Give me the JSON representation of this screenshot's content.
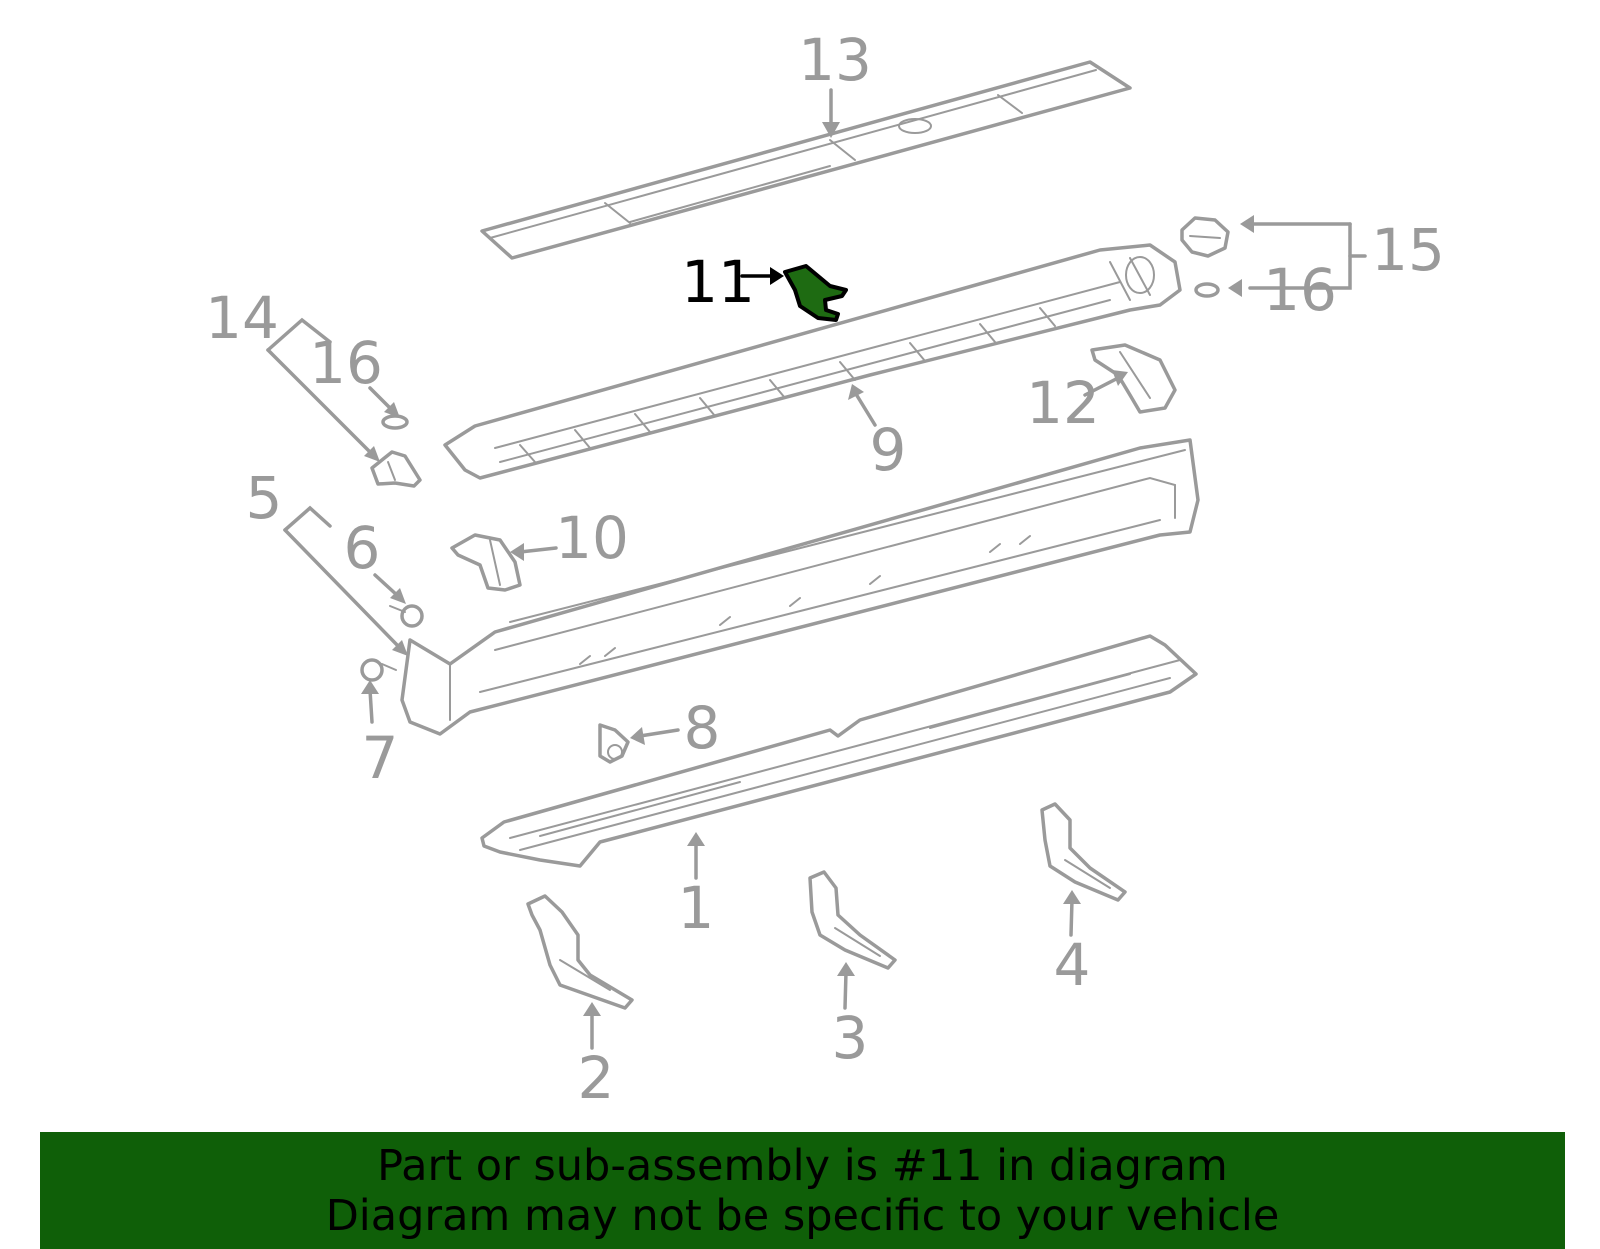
{
  "callouts": {
    "c1": "1",
    "c2": "2",
    "c3": "3",
    "c4": "4",
    "c5": "5",
    "c6": "6",
    "c7": "7",
    "c8": "8",
    "c9": "9",
    "c10": "10",
    "c11": "11",
    "c12": "12",
    "c13": "13",
    "c14": "14",
    "c15": "15",
    "c16a": "16",
    "c16b": "16"
  },
  "highlighted_part": "11",
  "colors": {
    "highlight": "#1e6b12",
    "banner": "#0f5f08",
    "line": "#9a9a9a",
    "active": "#000000"
  },
  "banner": {
    "line1": "Part or sub-assembly is #11 in diagram",
    "line2": "Diagram may not be specific to your vehicle"
  }
}
